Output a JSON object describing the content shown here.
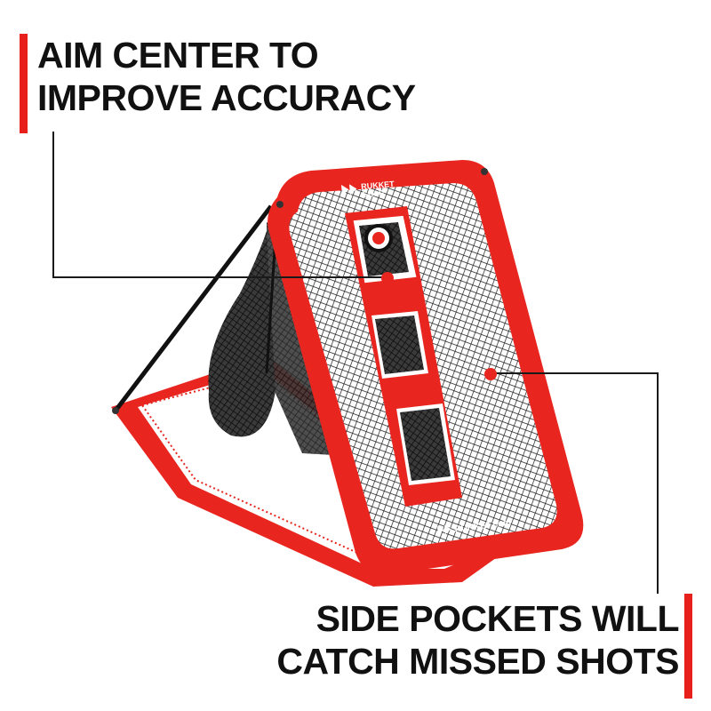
{
  "callouts": {
    "top": {
      "line1": "AIM CENTER TO",
      "line2": "IMPROVE ACCURACY"
    },
    "bottom": {
      "line1": "SIDE POCKETS WILL",
      "line2": "CATCH MISSED SHOTS"
    }
  },
  "product": {
    "top_logo": "RUKKET GOLF",
    "bottom_logo": "RUKKET.com"
  },
  "colors": {
    "accent": "#e8201c",
    "net_red": "#e8261f",
    "net_mesh": "#1a1a1a",
    "text": "#111111",
    "background": "#ffffff"
  }
}
